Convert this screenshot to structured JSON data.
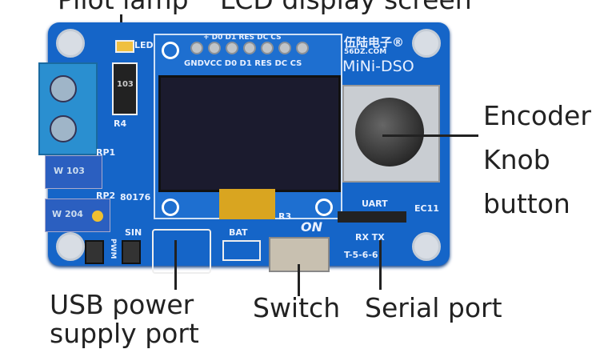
{
  "callouts": {
    "pilot_lamp": "Pilot lamp",
    "lcd": "LCD display screen",
    "encoder_1": "Encoder",
    "encoder_2": "Knob",
    "encoder_3": "button",
    "usb_1": "USB power",
    "usb_2": "supply port",
    "switch": "Switch",
    "serial": "Serial port"
  },
  "board": {
    "led": "LED",
    "pins": "GNDVCC D0  D1 RES DC CS",
    "pins_top": "+   D0 D1 RES DC CS",
    "brand": "伍陆电子®",
    "site": "56DZ.COM",
    "model": "MiNi-DSO",
    "r_value": "103",
    "r4": "R4",
    "rp1": "RP1",
    "rp1_value": "W 103",
    "rp2": "RP2",
    "rp2_value": "W 204",
    "chip": "80176",
    "r3": "R3",
    "on": "ON",
    "bat": "BAT",
    "sin": "SIN",
    "pwm": "PWM",
    "uart": "UART",
    "rxtx": "RX TX",
    "ec11": "EC11",
    "model_code": "T-5-6-6"
  },
  "colors": {
    "pcb": "#1565c8",
    "terminal": "#2a8fd0",
    "trimmer": "#2b5fc0"
  }
}
